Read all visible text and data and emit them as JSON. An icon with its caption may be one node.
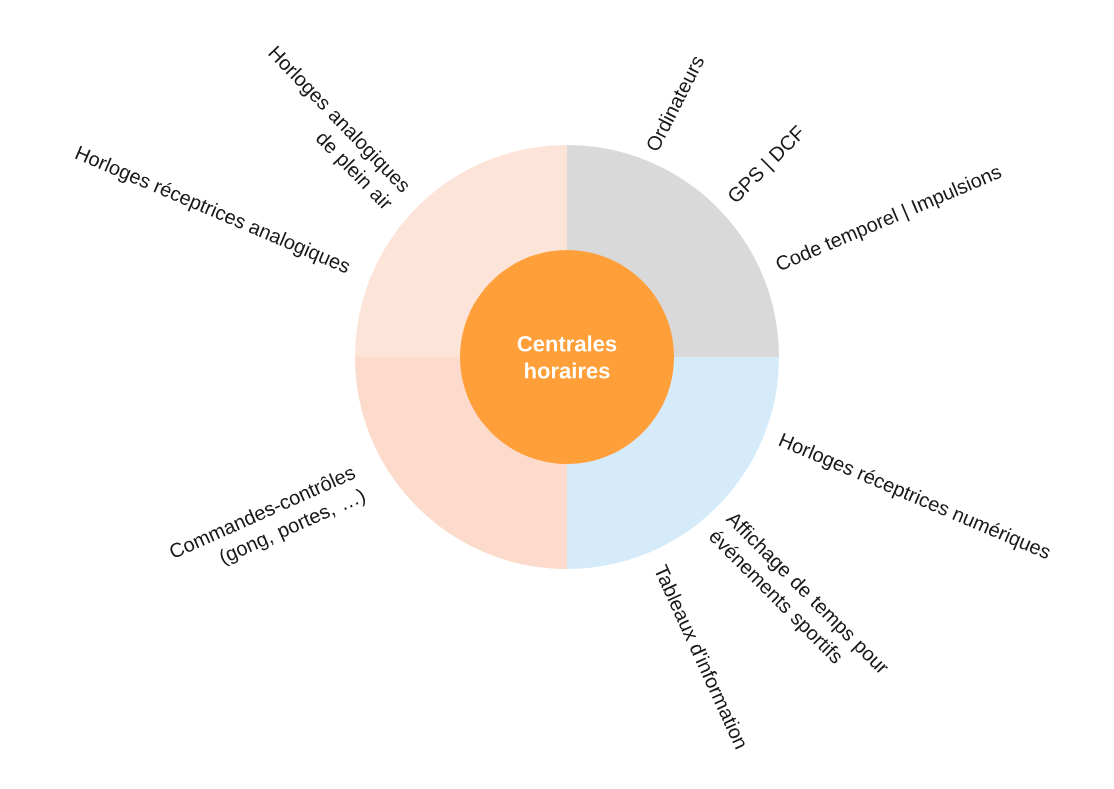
{
  "diagram": {
    "nodes": [
      {
        "text": [
          "Centrales horaires"
        ]
      }
    ],
    "labels": [
      "Horloges analogiques de plein air",
      "Horloges réceptrices analogiques",
      "Ordinateurs",
      "GPS | DCF",
      "Code temporel | Impulsions",
      "Commandes-contrôles (gong, portes, …)",
      "Horloges réceptrices numériques",
      "Affichage de temps pour événements sportifs",
      "Tableaux d'information"
    ]
  }
}
